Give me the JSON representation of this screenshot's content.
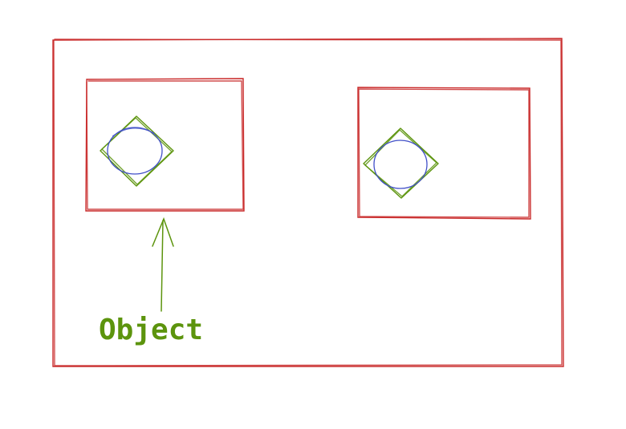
{
  "colors": {
    "frame": "#c92a2a",
    "diamond": "#5c940d",
    "circle": "#4150c8",
    "annotation": "#5c940d",
    "background": "#ffffff"
  },
  "annotation": {
    "label": "Object"
  },
  "elements": {
    "outer_frame": "rectangle",
    "left_box": "rectangle",
    "right_box": "rectangle",
    "left_diamond": "diamond",
    "right_diamond": "diamond",
    "left_circle": "ellipse",
    "right_circle": "ellipse",
    "pointer": "arrow"
  }
}
